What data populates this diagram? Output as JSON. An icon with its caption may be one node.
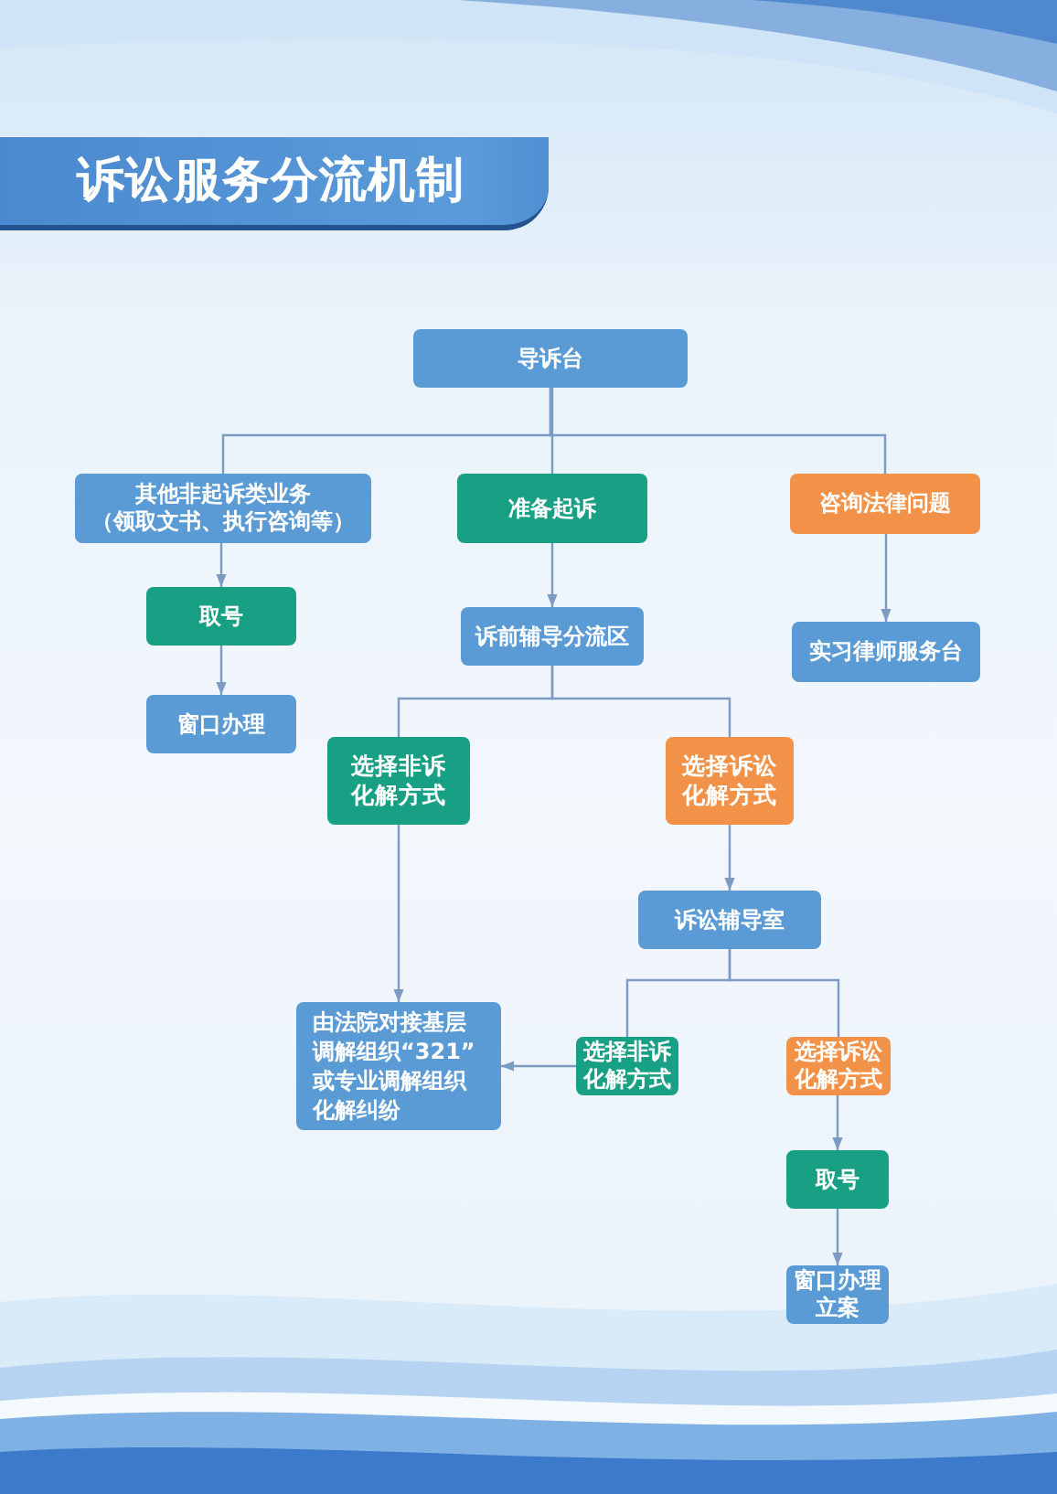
{
  "diagram": {
    "title": "诉讼服务分流机制",
    "nodes": [
      {
        "text": [
          "导诉台"
        ]
      },
      {
        "text": [
          "其他非起诉类业务",
          "（领取文书、执行咨询等）"
        ]
      },
      {
        "text": [
          "准备起诉"
        ]
      },
      {
        "text": [
          "咨询法律问题"
        ]
      },
      {
        "text": [
          "取号"
        ]
      },
      {
        "text": [
          "诉前辅导分流区"
        ]
      },
      {
        "text": [
          "实习律师服务台"
        ]
      },
      {
        "text": [
          "窗口办理"
        ]
      },
      {
        "text": [
          "选择非诉化解方式"
        ]
      },
      {
        "text": [
          "选择诉讼化解方式"
        ]
      },
      {
        "text": [
          "诉讼辅导室"
        ]
      },
      {
        "text": [
          "由法院对接基层调解组织“321”或专业调解组织化解纠纷"
        ]
      },
      {
        "text": [
          "选择非诉化解方式"
        ]
      },
      {
        "text": [
          "选择诉讼化解方式"
        ]
      },
      {
        "text": [
          "取号"
        ]
      },
      {
        "text": [
          "窗口办理立案"
        ]
      }
    ],
    "edges": [
      {
        "from": 0,
        "to": 1,
        "arrow": "none"
      },
      {
        "from": 0,
        "to": 2,
        "arrow": "none"
      },
      {
        "from": 0,
        "to": 3,
        "arrow": "none"
      },
      {
        "from": 1,
        "to": 4,
        "arrow": "to"
      },
      {
        "from": 2,
        "to": 5,
        "arrow": "to"
      },
      {
        "from": 3,
        "to": 6,
        "arrow": "to"
      },
      {
        "from": 4,
        "to": 7,
        "arrow": "to"
      },
      {
        "from": 5,
        "to": 8,
        "arrow": "none"
      },
      {
        "from": 5,
        "to": 9,
        "arrow": "none"
      },
      {
        "from": 8,
        "to": 11,
        "arrow": "to"
      },
      {
        "from": 9,
        "to": 10,
        "arrow": "to"
      },
      {
        "from": 10,
        "to": 12,
        "arrow": "none"
      },
      {
        "from": 10,
        "to": 13,
        "arrow": "none"
      },
      {
        "from": 12,
        "to": 11,
        "arrow": "to"
      },
      {
        "from": 13,
        "to": 14,
        "arrow": "to"
      },
      {
        "from": 14,
        "to": 15,
        "arrow": "to"
      }
    ]
  }
}
